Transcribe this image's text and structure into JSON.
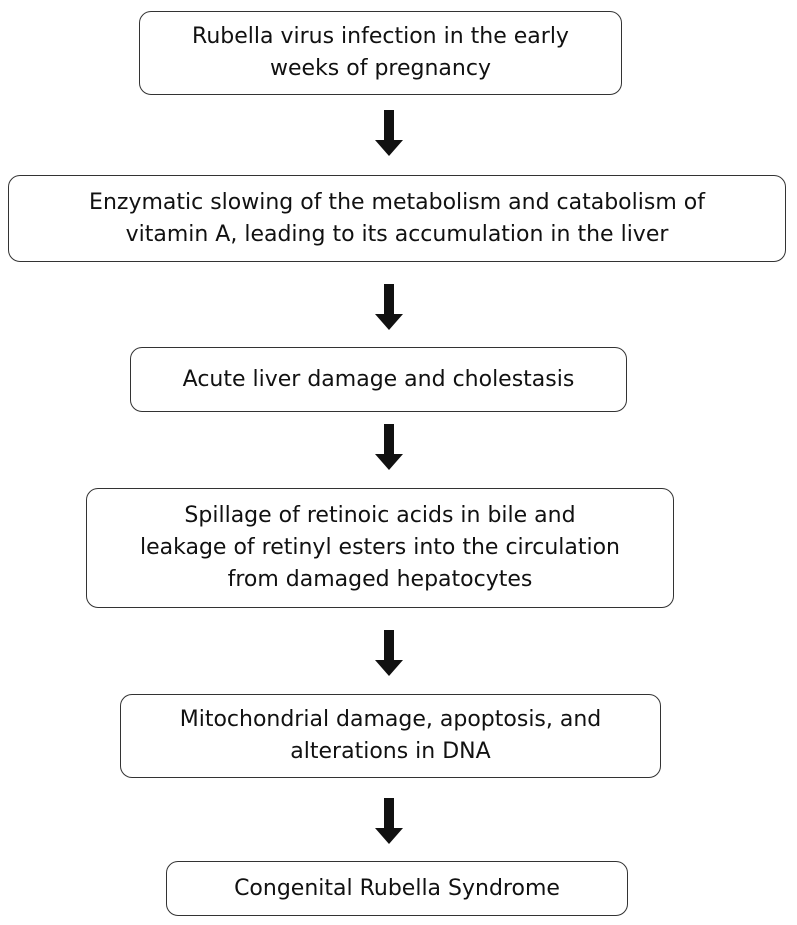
{
  "steps": [
    {
      "text": "Rubella virus infection in the early\nweeks of pregnancy"
    },
    {
      "text": "Enzymatic slowing of the metabolism and catabolism of\nvitamin A, leading to its accumulation in the liver"
    },
    {
      "text": "Acute liver damage and cholestasis"
    },
    {
      "text": "Spillage of retinoic acids in bile and\nleakage of retinyl esters into the circulation\nfrom damaged hepatocytes"
    },
    {
      "text": "Mitochondrial damage, apoptosis, and\nalterations in DNA"
    },
    {
      "text": "Congenital Rubella Syndrome"
    }
  ],
  "arrow_icon": "down-arrow-icon",
  "colors": {
    "border": "#333333",
    "arrow": "#111111",
    "text": "#111111"
  }
}
